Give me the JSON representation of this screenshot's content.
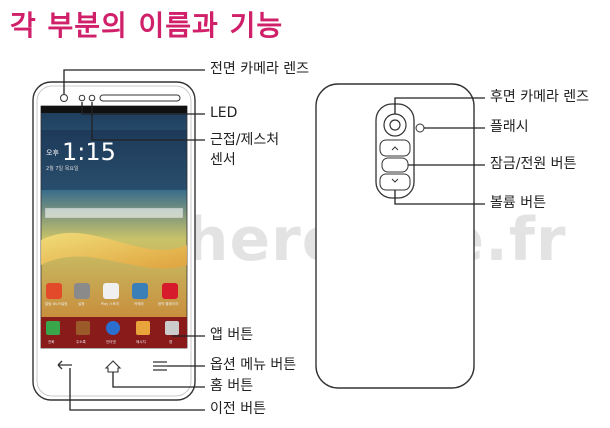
{
  "title": "각 부분의 이름과 기능",
  "watermark": "nowhereelse.fr",
  "front_labels": {
    "front_camera": "전면 카메라 렌즈",
    "led": "LED",
    "proximity_line1": "근접/제스처",
    "proximity_line2": "센서",
    "app_button": "앱 버튼",
    "options_menu": "옵션 메뉴 버튼",
    "home_button": "홈 버튼",
    "back_button": "이전 버튼"
  },
  "back_labels": {
    "rear_camera": "후면 카메라 렌즈",
    "flash": "플래시",
    "lock_power": "잠금/전원 버튼",
    "volume": "볼륨 버튼"
  },
  "screen": {
    "time": "1:15",
    "ampm": "오후",
    "date": "2월 7일 목요일",
    "apps_row": [
      "알림 Wi-Fi설정",
      "설정",
      "Play 스토어",
      "카메라",
      "음악 플레이어"
    ],
    "dock": [
      "전화",
      "주소록",
      "인터넷",
      "메시지",
      "앱"
    ]
  },
  "colors": {
    "title": "#d0206a",
    "line": "#222222",
    "phone_outline": "#333333"
  }
}
